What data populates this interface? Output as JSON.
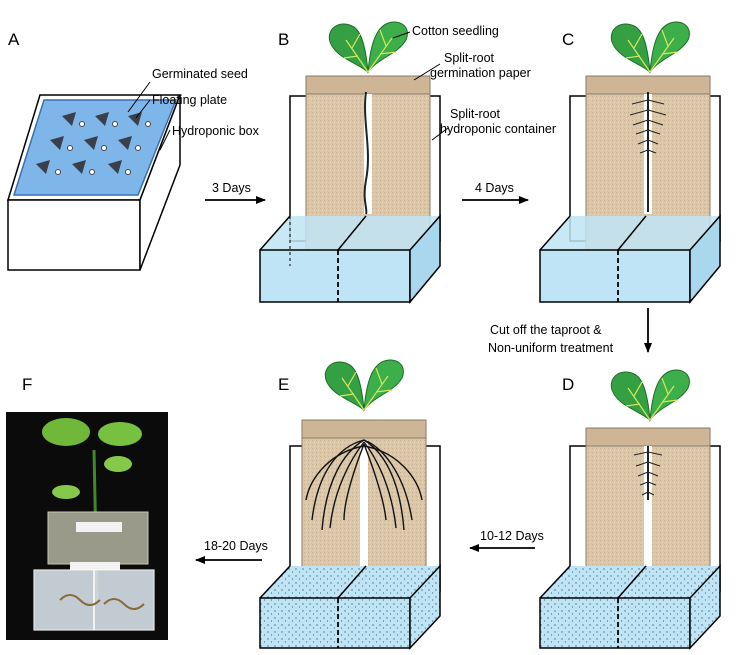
{
  "panels": {
    "A": "A",
    "B": "B",
    "C": "C",
    "D": "D",
    "E": "E",
    "F": "F"
  },
  "annotations": {
    "germinated_seed": "Germinated seed",
    "floating_plate": "Floating plate",
    "hydroponic_box": "Hydroponic box",
    "cotton_seedling": "Cotton seedling",
    "germination_paper_line1": "Split-root",
    "germination_paper_line2": "germination paper",
    "container_line1": "Split-root",
    "container_line2": "hydroponic container"
  },
  "steps": {
    "a_to_b": "3 Days",
    "b_to_c": "4 Days",
    "c_to_d_line1": "Cut off the taproot &",
    "c_to_d_line2": "Non-uniform treatment",
    "d_to_e": "10-12 Days",
    "e_to_f": "18-20 Days"
  },
  "colors": {
    "water": "#bfe4f5",
    "paper": "#d8c4a8",
    "leaf": "#2e9e3c",
    "plate": "#7fb6ea"
  }
}
